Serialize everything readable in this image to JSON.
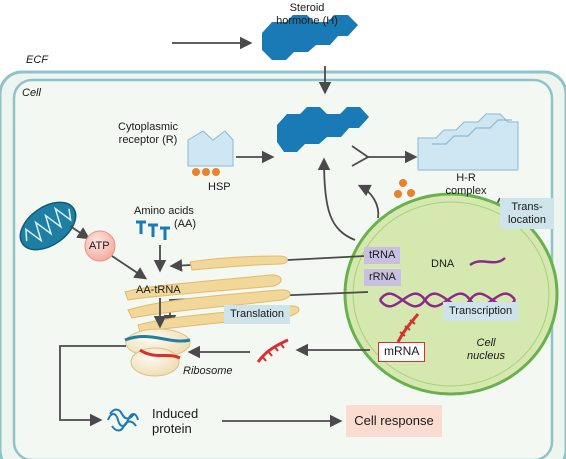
{
  "labels": {
    "ecf": "ECF",
    "cell": "Cell",
    "steroid_line1": "Steroid",
    "steroid_line2": "hormone (H)",
    "cyto_line1": "Cytoplasmic",
    "cyto_line2": "receptor (R)",
    "hsp": "HSP",
    "hr_line1": "H-R",
    "hr_line2": "complex",
    "amino_line1": "Amino acids",
    "amino_line2": "(AA)",
    "atp": "ATP",
    "aa_trna": "AA-tRNA",
    "dna": "DNA",
    "trna": "tRNA",
    "rrna": "rRNA",
    "translocation_line1": "Trans-",
    "translocation_line2": "location",
    "transcription": "Transcription",
    "translation": "Translation",
    "mrna": "mRNA",
    "nucleus_line1": "Cell",
    "nucleus_line2": "nucleus",
    "ribosome": "Ribosome",
    "induced_line1": "Induced",
    "induced_line2": "protein",
    "cell_response": "Cell response"
  },
  "colors": {
    "cell_border": "#8fc3cb",
    "cell_fill": "#eef5ef",
    "hormone": "#1a7ab5",
    "receptor_fill": "#cfe6f3",
    "hsp": "#e9822a",
    "nucleus_fill": "#d5e8b0",
    "nucleus_border": "#6ab04c",
    "dna": "#8b2a8a",
    "mrna": "#d8302f",
    "er": "#f2d79a",
    "box_blue": "#cfe3ea",
    "box_lavender": "#c9bfe0",
    "cell_response": "#fbdcd0",
    "arrow": "#4a4a4a"
  },
  "icons": [
    "steroid-hormone-icon",
    "receptor-icon",
    "hsp-icon",
    "hr-complex-icon",
    "mitochondrion-icon",
    "atp-icon",
    "amino-acid-icon",
    "endoplasmic-reticulum-icon",
    "ribosome-icon",
    "mrna-icon",
    "dna-icon",
    "nucleus-icon",
    "induced-protein-icon"
  ]
}
